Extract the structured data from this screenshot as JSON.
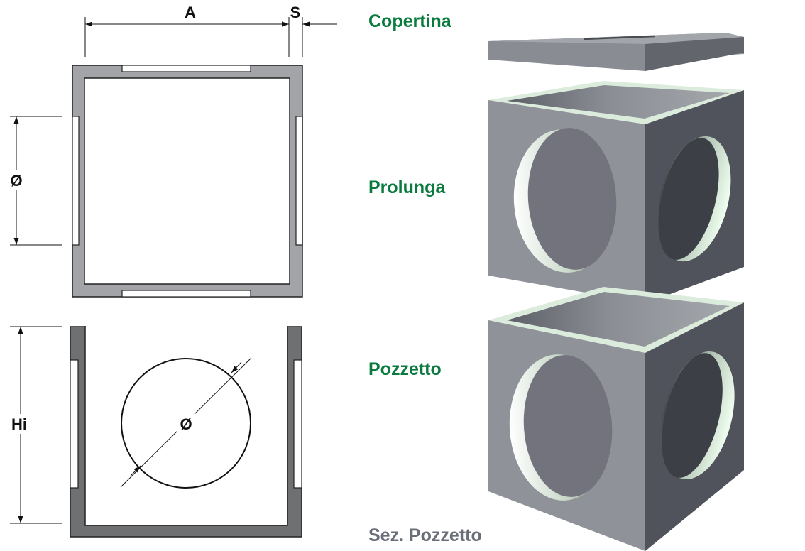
{
  "plan_view": {
    "label_width": "A",
    "label_thickness": "S",
    "label_diameter": "Ø"
  },
  "section_view": {
    "label_height": "Hi",
    "label_diameter": "Ø"
  },
  "parts": {
    "cover": "Copertina",
    "extension": "Prolunga",
    "well": "Pozzetto",
    "section_caption": "Sez. Pozzetto"
  },
  "colors": {
    "label_green": "#0a7a3e",
    "caption_gray": "#6a6e78",
    "concrete_light": "#8f9399",
    "concrete_dark": "#4f525a",
    "hole_fill": "#73737d",
    "rim_highlight": "#e6f2e6"
  }
}
